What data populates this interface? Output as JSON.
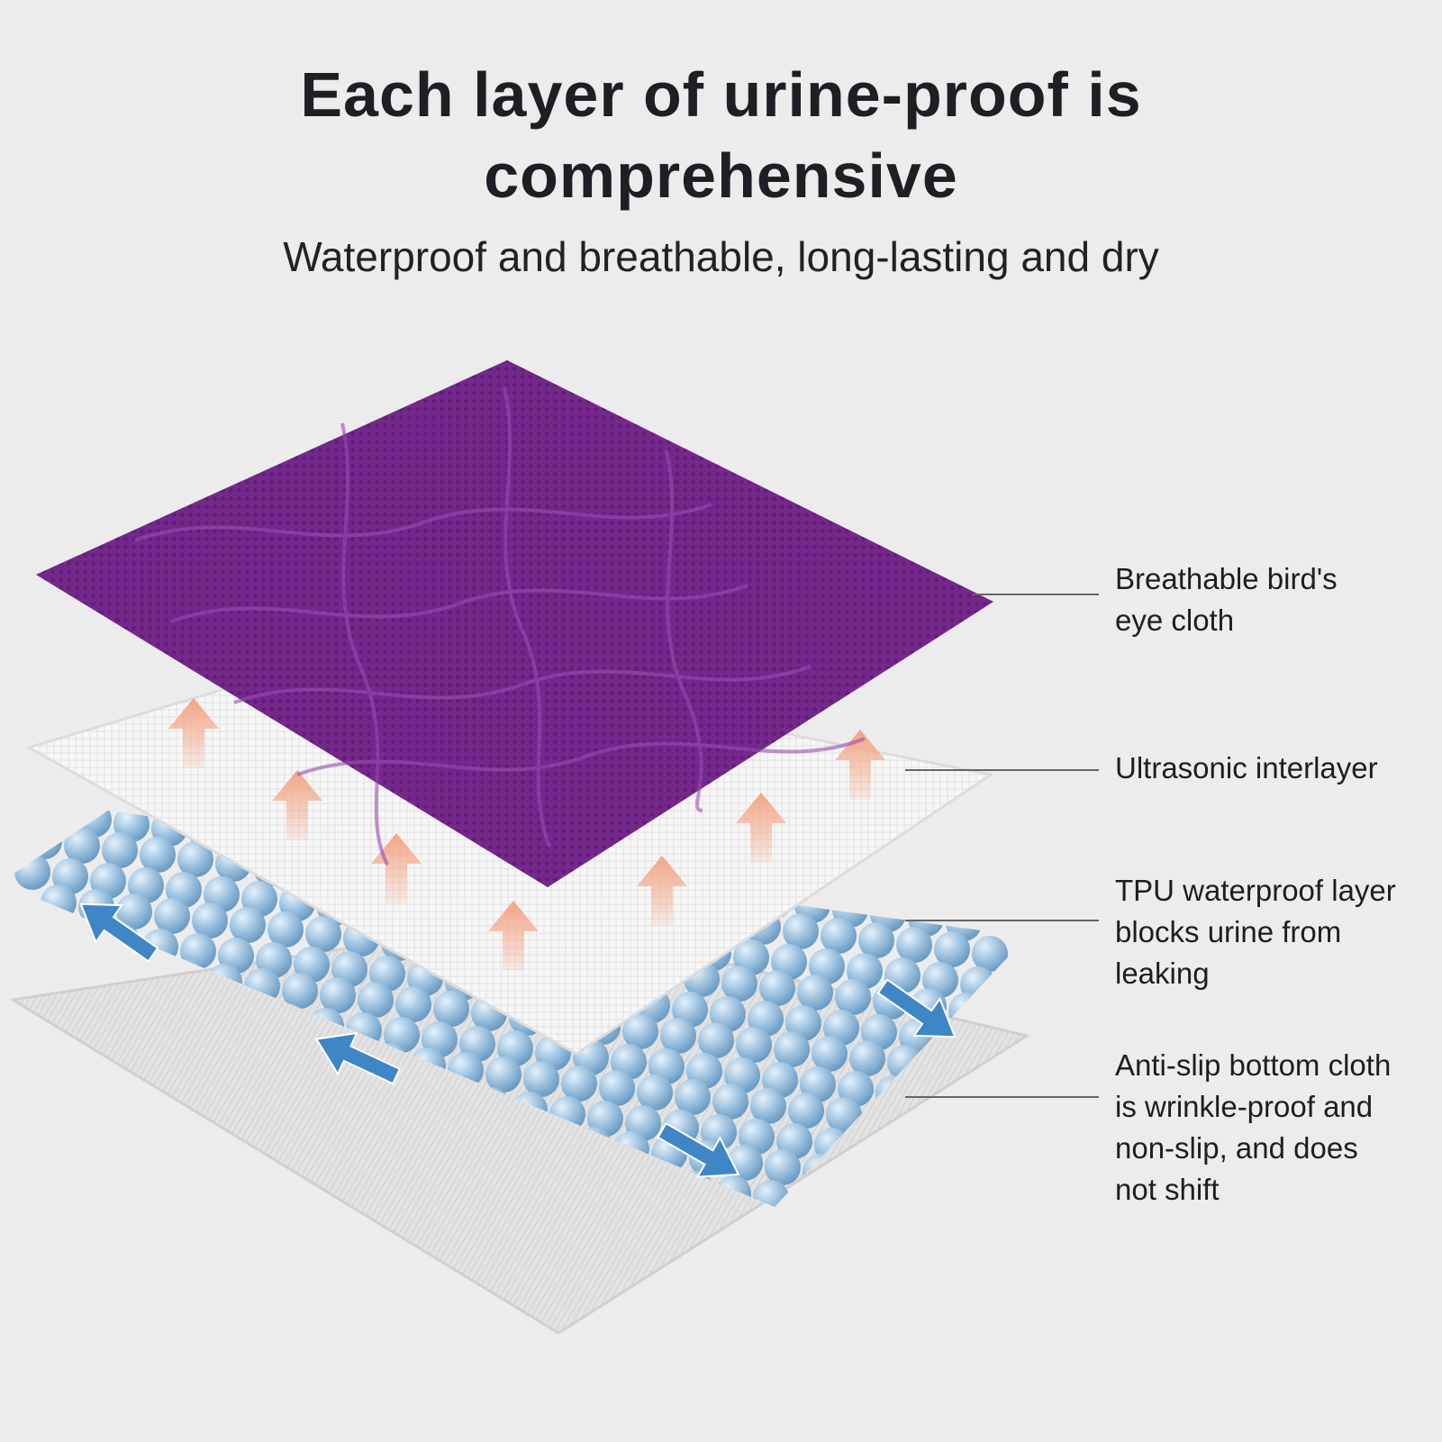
{
  "title": {
    "line1": "Each layer of urine-proof is",
    "line2": "comprehensive"
  },
  "subtitle": "Waterproof and breathable, long-lasting and dry",
  "layers": [
    {
      "id": "birds-eye-cloth",
      "lines": [
        "Breathable bird's",
        "eye cloth"
      ]
    },
    {
      "id": "ultrasonic-interlayer",
      "lines": [
        "Ultrasonic interlayer"
      ]
    },
    {
      "id": "tpu-layer",
      "lines": [
        "TPU waterproof layer",
        "blocks urine from",
        "leaking"
      ]
    },
    {
      "id": "anti-slip-bottom",
      "lines": [
        "Anti-slip bottom cloth",
        "is wrinkle-proof and",
        "non-slip, and does",
        "not shift"
      ]
    }
  ],
  "colors": {
    "purple_top": "#7a2a8e",
    "purple_dark": "#4f1762",
    "white_layer": "#f6f6f6",
    "bubble_blue": "#8fb8d8",
    "arrow_blue": "#3f86c6",
    "arrow_orange": "#f2a488",
    "bottom_cloth": "#dcdcdc"
  },
  "icons": [
    "breath-arrow-up-icon",
    "flow-arrow-blue-icon"
  ]
}
